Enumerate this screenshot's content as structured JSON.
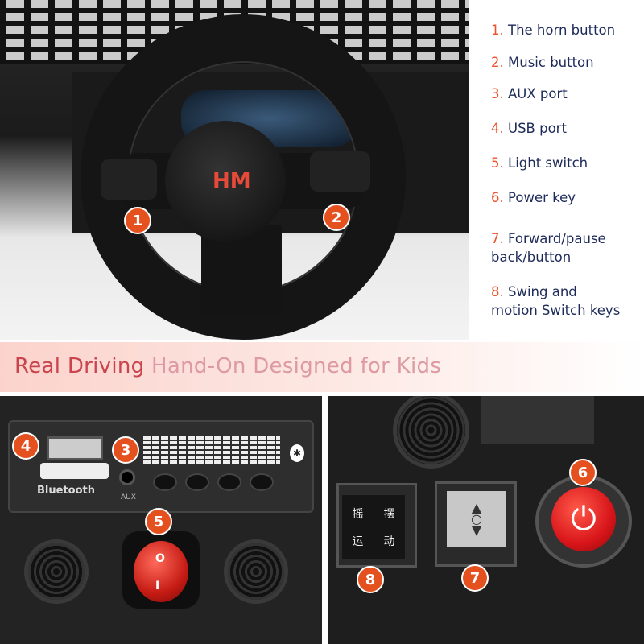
{
  "steering_logo": "HM",
  "legend": [
    {
      "num": "1.",
      "text": "The horn button"
    },
    {
      "num": "2.",
      "text": "Music button"
    },
    {
      "num": "3.",
      "text": "AUX port"
    },
    {
      "num": "4.",
      "text": "USB port"
    },
    {
      "num": "5.",
      "text": "Light switch"
    },
    {
      "num": "6.",
      "text": "Power key"
    },
    {
      "num": "7.",
      "text": "Forward/pause",
      "text2": "back/button"
    },
    {
      "num": "8.",
      "text": "Swing and",
      "text2": "motion Switch keys"
    }
  ],
  "badges": [
    "1",
    "2",
    "3",
    "4",
    "5",
    "6",
    "7",
    "8"
  ],
  "banner": {
    "strong": "Real Driving",
    "faded": "Hand-On Designed for Kids"
  },
  "panel": {
    "bluetooth_label": "Bluetooth",
    "aux_label": "AUX"
  },
  "light_switch": {
    "on": "O",
    "off": "I"
  },
  "swing_switch": [
    "摇",
    "摆",
    "运",
    "动"
  ],
  "colors": {
    "accent": "#e5501f",
    "text": "#1d2a5a",
    "banner": "#c9444d"
  }
}
